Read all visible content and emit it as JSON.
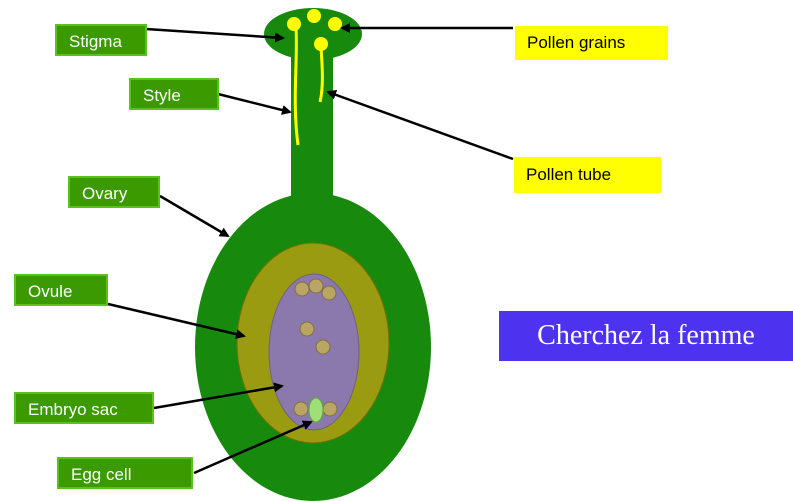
{
  "colors": {
    "pistil_green": "#178a0e",
    "ovule_olive": "#9a9b10",
    "embryo_sac": "#8b78ac",
    "nucleus_tan": "#b9a564",
    "egg_cell": "#9fe076",
    "pollen_yellow": "#ffff00",
    "label_green": "#3a9a00",
    "banner_blue": "#4d33f0"
  },
  "labels": {
    "stigma": "Stigma",
    "style": "Style",
    "ovary": "Ovary",
    "ovule": "Ovule",
    "embryo_sac": "Embryo sac",
    "egg_cell": "Egg cell",
    "pollen_grains": "Pollen grains",
    "pollen_tube": "Pollen tube"
  },
  "banner": {
    "text": "Cherchez la femme"
  }
}
